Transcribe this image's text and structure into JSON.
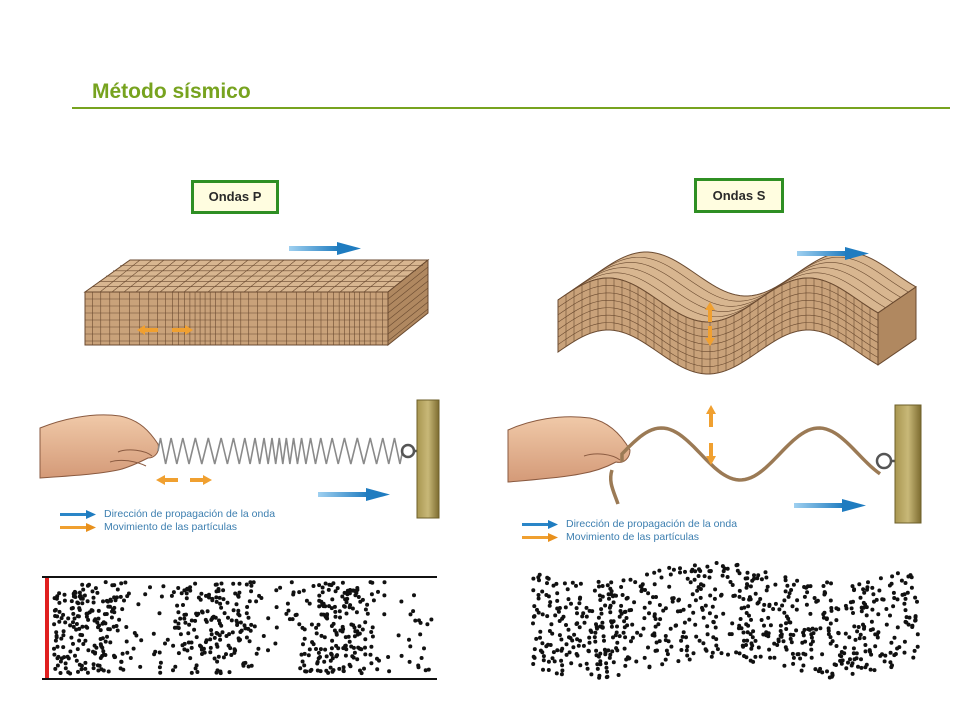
{
  "title": "Método sísmico",
  "panels": {
    "p_waves": {
      "label": "Ondas P",
      "legend": {
        "propagation": "Dirección de propagación de la onda",
        "particles": "Movimiento de las partículas"
      }
    },
    "s_waves": {
      "label": "Ondas S",
      "legend": {
        "propagation": "Dirección de propagación de la onda",
        "particles": "Movimiento de las partículas"
      }
    }
  },
  "colors": {
    "title": "#77a31f",
    "label_border": "#2f8f23",
    "label_fill": "#fffde0",
    "propagation_arrow": "#2a86c8",
    "particle_arrow": "#f0a030",
    "block_front": "#c9a27a",
    "block_top": "#d8b690",
    "grid_line": "#6a4a30",
    "post": "#8c7a3a",
    "boundary": "#e02020"
  },
  "icons": [
    "hand-icon",
    "spring-icon",
    "rope-icon",
    "wall-post-icon",
    "propagation-arrow-icon",
    "particle-arrow-icon"
  ]
}
